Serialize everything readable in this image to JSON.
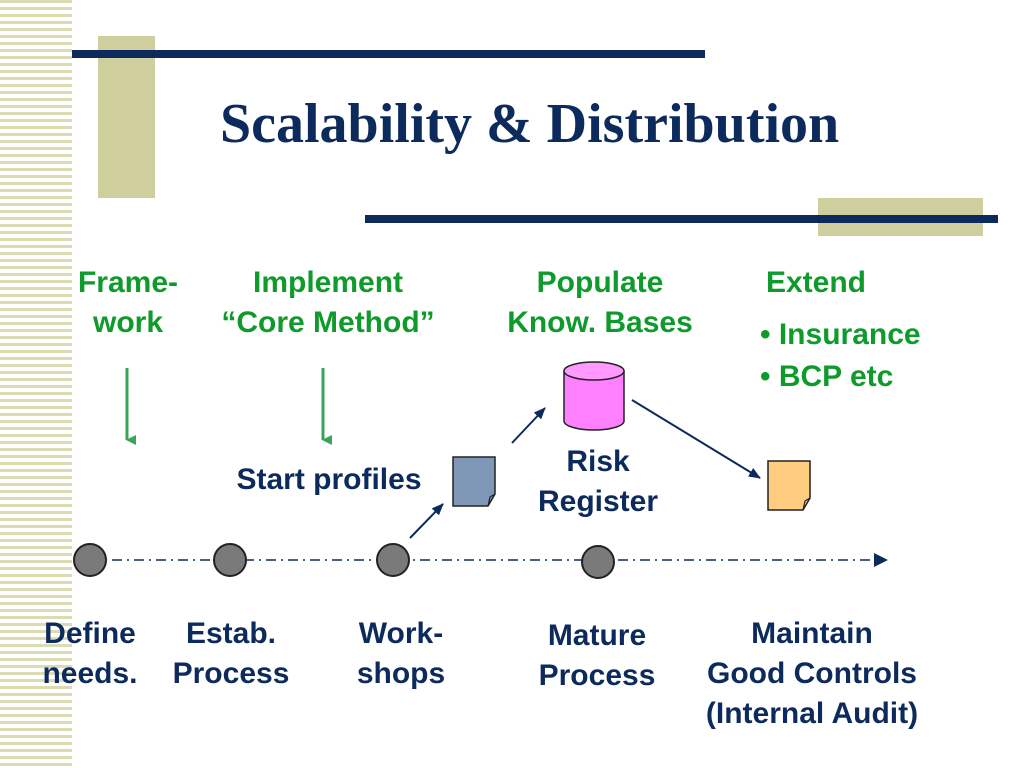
{
  "slide": {
    "title": "Scalability & Distribution"
  },
  "diagram": {
    "top_labels": {
      "framework": [
        "Frame-",
        "work"
      ],
      "implement": [
        "Implement",
        "“Core Method”"
      ],
      "populate": [
        "Populate",
        "Know. Bases"
      ],
      "extend": "Extend"
    },
    "extend_items": [
      "Insurance",
      "BCP  etc"
    ],
    "start_profiles": "Start profiles",
    "risk_register": [
      "Risk",
      "Register"
    ],
    "timeline_labels": {
      "define": [
        "Define",
        "needs."
      ],
      "estab": [
        "Estab.",
        "Process"
      ],
      "workshops": [
        "Work-",
        "shops"
      ],
      "mature": [
        "Mature",
        "Process"
      ],
      "maintain": [
        "Maintain",
        "Good Controls",
        "(Internal Audit)"
      ]
    }
  },
  "colors": {
    "title": "#0c2b5c",
    "green_text": "#0f9a2c",
    "green_arrow": "#3aa35a",
    "navy_arrow": "#0c2b5c",
    "milestone": "#7a7a7a",
    "database": "#ff80ff",
    "doc_blue": "#7f98b8",
    "doc_orange": "#ffcc80",
    "accent_block": "#cfcf9d"
  }
}
